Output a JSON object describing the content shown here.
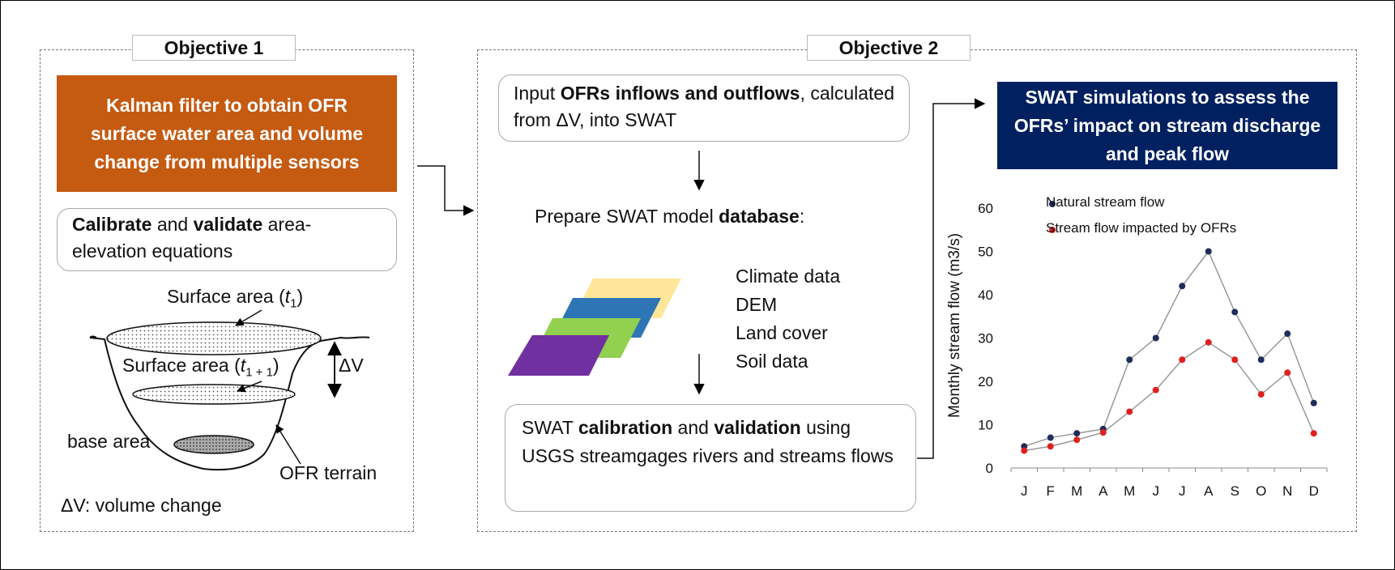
{
  "objective1": {
    "label": "Objective 1",
    "kalman_box": {
      "text": "Kalman filter to obtain OFR surface water area and volume change from multiple sensors",
      "color": "#c55a11"
    },
    "calibrate_box": {
      "bold1": "Calibrate",
      "and": " and ",
      "bold2": "validate",
      "rest": " area-elevation equations"
    },
    "diagram": {
      "surface_t1_prefix": "Surface area (",
      "surface_t1_var": "t",
      "surface_t1_sub": "1",
      "surface_t1_suffix": ")",
      "surface_t2_prefix": "Surface area (",
      "surface_t2_var": "t",
      "surface_t2_sub": "1 + 1",
      "surface_t2_suffix": ")",
      "delta_v": "ΔV",
      "base_area": "base area",
      "ofr_terrain": "OFR terrain",
      "legend": "ΔV: volume change"
    }
  },
  "objective2": {
    "label": "Objective 2",
    "input_box": {
      "pre": "Input ",
      "bold": "OFRs inflows and outflows",
      "post": ", calculated from ΔV, into SWAT"
    },
    "prepare": {
      "pre": "Prepare SWAT model ",
      "bold": "database",
      "post": ":"
    },
    "layers": [
      "Climate data",
      "DEM",
      "Land cover",
      "Soil data"
    ],
    "layer_colors": [
      "#ffe699",
      "#2e75b6",
      "#92d050",
      "#7030a0"
    ],
    "calibration_box": {
      "pre": "SWAT ",
      "bold1": "calibration",
      "mid": " and ",
      "bold2": "validation",
      "post": " using USGS streamgages rivers and streams flows"
    },
    "swat_box": {
      "text": "SWAT simulations to assess the OFRs’ impact on stream discharge and peak flow",
      "color": "#002060"
    }
  },
  "chart_data": {
    "type": "line",
    "categories": [
      "J",
      "F",
      "M",
      "A",
      "M",
      "J",
      "J",
      "A",
      "S",
      "O",
      "N",
      "D"
    ],
    "series": [
      {
        "name": "Natural stream flow",
        "values": [
          5,
          7,
          8,
          9,
          25,
          30,
          42,
          50,
          36,
          25,
          31,
          15
        ],
        "color": "#1f2d5a"
      },
      {
        "name": "Stream flow impacted by OFRs",
        "values": [
          4,
          5,
          6.5,
          8.2,
          13,
          18,
          25,
          29,
          25,
          17,
          22,
          8
        ],
        "color": "#e02020"
      }
    ],
    "ylabel": "Monthly stream flow (m3/s)",
    "ylim": [
      0,
      60
    ],
    "yticks": [
      "0",
      "10",
      "20",
      "30",
      "40",
      "50",
      "60"
    ],
    "line_color": "#999999",
    "legend": "top-left",
    "grid": false
  }
}
